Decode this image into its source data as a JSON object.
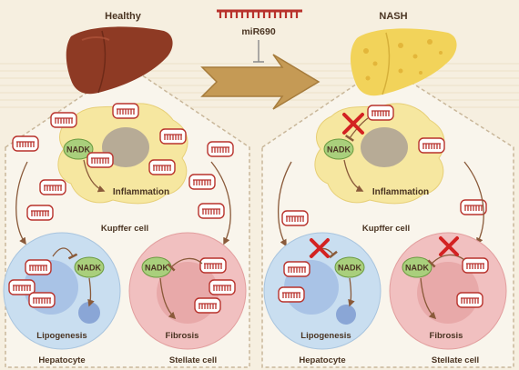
{
  "header": {
    "left_title": "Healthy",
    "center_label": "miR690",
    "right_title": "NASH"
  },
  "left_panel": {
    "kupffer_label": "Kupffer cell",
    "inflammation_label": "Inflammation",
    "nadk_kupffer": "NADK",
    "hepatocyte_label": "Hepatocyte",
    "lipogenesis_label": "Lipogenesis",
    "nadk_hepatocyte": "NADK",
    "stellate_label": "Stellate cell",
    "fibrosis_label": "Fibrosis",
    "nadk_stellate": "NADK"
  },
  "right_panel": {
    "kupffer_label": "Kupffer cell",
    "inflammation_label": "Inflammation",
    "nadk_kupffer": "NADK",
    "hepatocyte_label": "Hepatocyte",
    "lipogenesis_label": "Lipogenesis",
    "nadk_hepatocyte": "NADK",
    "stellate_label": "Stellate cell",
    "fibrosis_label": "Fibrosis",
    "nadk_stellate": "NADK"
  },
  "colors": {
    "healthy_liver": "#8e3a24",
    "nash_liver": "#f2d35a",
    "kupffer_cell": "#f6e7a0",
    "hepatocyte": "#c9def0",
    "stellate_cell": "#f1c0c0",
    "nadk": "#a9cf7c",
    "inhibition_x": "#d32222",
    "mirna": "#b8322c"
  }
}
